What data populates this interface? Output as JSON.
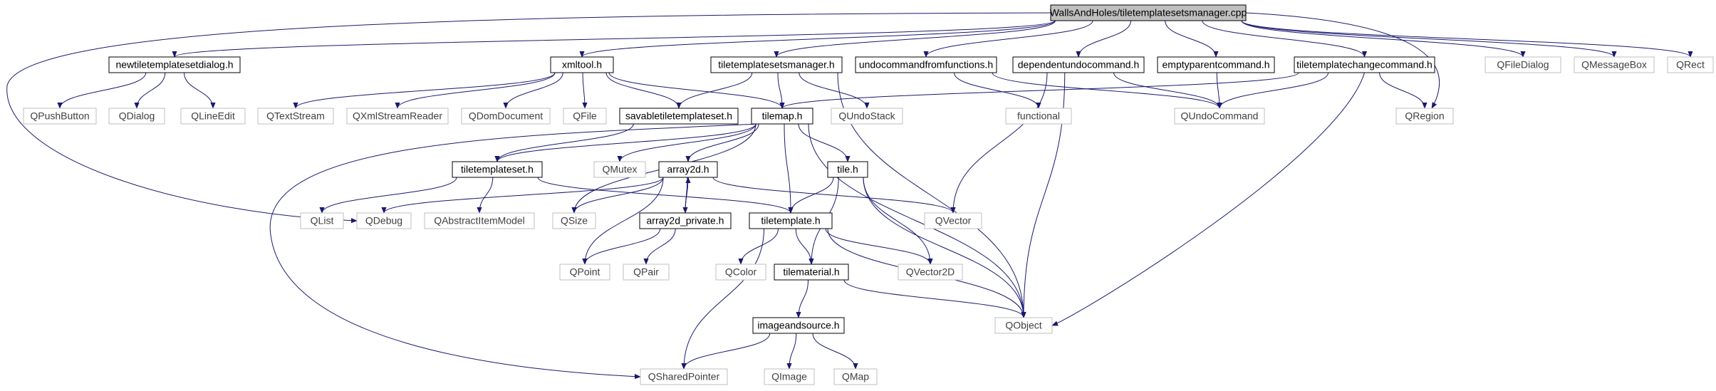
{
  "colors": {
    "edge": "#191970",
    "root_fill": "#bfbfbf",
    "header_stroke": "#000000",
    "system_stroke": "#bfbfbf",
    "system_text": "#404040",
    "header_text": "#000000"
  },
  "nodes": [
    {
      "id": "root",
      "label": "WallsAndHoles/tiletemplatesetsmanager.cpp",
      "kind": "root"
    },
    {
      "id": "newtiletemplatesetdialog",
      "label": "newtiletemplatesetdialog.h",
      "kind": "header"
    },
    {
      "id": "xmltool",
      "label": "xmltool.h",
      "kind": "header"
    },
    {
      "id": "tiletemplatesetsmanager_h",
      "label": "tiletemplatesetsmanager.h",
      "kind": "header"
    },
    {
      "id": "undocommandfromfunctions",
      "label": "undocommandfromfunctions.h",
      "kind": "header"
    },
    {
      "id": "dependentundocommand",
      "label": "dependentundocommand.h",
      "kind": "header"
    },
    {
      "id": "emptyparentcommand",
      "label": "emptyparentcommand.h",
      "kind": "header"
    },
    {
      "id": "tiletemplatechangecommand",
      "label": "tiletemplatechangecommand.h",
      "kind": "header"
    },
    {
      "id": "QFileDialog",
      "label": "QFileDialog",
      "kind": "system"
    },
    {
      "id": "QMessageBox",
      "label": "QMessageBox",
      "kind": "system"
    },
    {
      "id": "QRect",
      "label": "QRect",
      "kind": "system"
    },
    {
      "id": "QPushButton",
      "label": "QPushButton",
      "kind": "system"
    },
    {
      "id": "QDialog",
      "label": "QDialog",
      "kind": "system"
    },
    {
      "id": "QLineEdit",
      "label": "QLineEdit",
      "kind": "system"
    },
    {
      "id": "QTextStream",
      "label": "QTextStream",
      "kind": "system"
    },
    {
      "id": "QXmlStreamReader",
      "label": "QXmlStreamReader",
      "kind": "system"
    },
    {
      "id": "QDomDocument",
      "label": "QDomDocument",
      "kind": "system"
    },
    {
      "id": "QFile",
      "label": "QFile",
      "kind": "system"
    },
    {
      "id": "savabletiletemplateset",
      "label": "savabletiletemplateset.h",
      "kind": "header"
    },
    {
      "id": "tilemap",
      "label": "tilemap.h",
      "kind": "header"
    },
    {
      "id": "QUndoStack",
      "label": "QUndoStack",
      "kind": "system"
    },
    {
      "id": "functional",
      "label": "functional",
      "kind": "system"
    },
    {
      "id": "QUndoCommand",
      "label": "QUndoCommand",
      "kind": "system"
    },
    {
      "id": "QRegion",
      "label": "QRegion",
      "kind": "system"
    },
    {
      "id": "tiletemplateset",
      "label": "tiletemplateset.h",
      "kind": "header"
    },
    {
      "id": "QMutex",
      "label": "QMutex",
      "kind": "system"
    },
    {
      "id": "array2d",
      "label": "array2d.h",
      "kind": "header"
    },
    {
      "id": "tile",
      "label": "tile.h",
      "kind": "header"
    },
    {
      "id": "QList",
      "label": "QList",
      "kind": "system"
    },
    {
      "id": "QDebug",
      "label": "QDebug",
      "kind": "system"
    },
    {
      "id": "QAbstractItemModel",
      "label": "QAbstractItemModel",
      "kind": "system"
    },
    {
      "id": "QSize",
      "label": "QSize",
      "kind": "system"
    },
    {
      "id": "array2d_private",
      "label": "array2d_private.h",
      "kind": "header"
    },
    {
      "id": "tiletemplate",
      "label": "tiletemplate.h",
      "kind": "header"
    },
    {
      "id": "QVector",
      "label": "QVector",
      "kind": "system"
    },
    {
      "id": "QPoint",
      "label": "QPoint",
      "kind": "system"
    },
    {
      "id": "QPair",
      "label": "QPair",
      "kind": "system"
    },
    {
      "id": "QColor",
      "label": "QColor",
      "kind": "system"
    },
    {
      "id": "tilematerial",
      "label": "tilematerial.h",
      "kind": "header"
    },
    {
      "id": "QVector2D",
      "label": "QVector2D",
      "kind": "system"
    },
    {
      "id": "QObject",
      "label": "QObject",
      "kind": "system"
    },
    {
      "id": "imageandsource",
      "label": "imageandsource.h",
      "kind": "header"
    },
    {
      "id": "QSharedPointer",
      "label": "QSharedPointer",
      "kind": "system"
    },
    {
      "id": "QImage",
      "label": "QImage",
      "kind": "system"
    },
    {
      "id": "QMap",
      "label": "QMap",
      "kind": "system"
    }
  ],
  "edges": [
    [
      "root",
      "newtiletemplatesetdialog"
    ],
    [
      "root",
      "xmltool"
    ],
    [
      "root",
      "tiletemplatesetsmanager_h"
    ],
    [
      "root",
      "undocommandfromfunctions"
    ],
    [
      "root",
      "dependentundocommand"
    ],
    [
      "root",
      "emptyparentcommand"
    ],
    [
      "root",
      "tiletemplatechangecommand"
    ],
    [
      "root",
      "QFileDialog"
    ],
    [
      "root",
      "QMessageBox"
    ],
    [
      "root",
      "QRect"
    ],
    [
      "root",
      "QRegion"
    ],
    [
      "root",
      "QDebug"
    ],
    [
      "newtiletemplatesetdialog",
      "QPushButton"
    ],
    [
      "newtiletemplatesetdialog",
      "QDialog"
    ],
    [
      "newtiletemplatesetdialog",
      "QLineEdit"
    ],
    [
      "xmltool",
      "QTextStream"
    ],
    [
      "xmltool",
      "QXmlStreamReader"
    ],
    [
      "xmltool",
      "QDomDocument"
    ],
    [
      "xmltool",
      "QFile"
    ],
    [
      "xmltool",
      "savabletiletemplateset"
    ],
    [
      "xmltool",
      "tilemap"
    ],
    [
      "tiletemplatesetsmanager_h",
      "savabletiletemplateset"
    ],
    [
      "tiletemplatesetsmanager_h",
      "tilemap"
    ],
    [
      "tiletemplatesetsmanager_h",
      "QUndoStack"
    ],
    [
      "tiletemplatesetsmanager_h",
      "QObject"
    ],
    [
      "undocommandfromfunctions",
      "functional"
    ],
    [
      "undocommandfromfunctions",
      "QUndoCommand"
    ],
    [
      "dependentundocommand",
      "QUndoCommand"
    ],
    [
      "dependentundocommand",
      "QVector"
    ],
    [
      "dependentundocommand",
      "QObject"
    ],
    [
      "emptyparentcommand",
      "QUndoCommand"
    ],
    [
      "tiletemplatechangecommand",
      "tilemap"
    ],
    [
      "tiletemplatechangecommand",
      "QUndoCommand"
    ],
    [
      "tiletemplatechangecommand",
      "QRegion"
    ],
    [
      "tiletemplatechangecommand",
      "QObject"
    ],
    [
      "savabletiletemplateset",
      "tiletemplateset"
    ],
    [
      "tilemap",
      "tiletemplateset"
    ],
    [
      "tilemap",
      "QMutex"
    ],
    [
      "tilemap",
      "array2d"
    ],
    [
      "tilemap",
      "tile"
    ],
    [
      "tilemap",
      "tiletemplate"
    ],
    [
      "tilemap",
      "QSize"
    ],
    [
      "tilemap",
      "QSharedPointer"
    ],
    [
      "tilemap",
      "QObject"
    ],
    [
      "tiletemplateset",
      "QList"
    ],
    [
      "tiletemplateset",
      "QAbstractItemModel"
    ],
    [
      "tiletemplateset",
      "tiletemplate"
    ],
    [
      "array2d",
      "QDebug"
    ],
    [
      "array2d",
      "QSize"
    ],
    [
      "array2d",
      "array2d_private"
    ],
    [
      "array2d",
      "QVector"
    ],
    [
      "array2d",
      "QPoint"
    ],
    [
      "array2d_private",
      "array2d"
    ],
    [
      "array2d_private",
      "QPoint"
    ],
    [
      "array2d_private",
      "QPair"
    ],
    [
      "tile",
      "tiletemplate"
    ],
    [
      "tile",
      "tilematerial"
    ],
    [
      "tile",
      "QVector2D"
    ],
    [
      "tile",
      "QObject"
    ],
    [
      "tiletemplate",
      "QColor"
    ],
    [
      "tiletemplate",
      "tilematerial"
    ],
    [
      "tiletemplate",
      "QVector2D"
    ],
    [
      "tiletemplate",
      "QObject"
    ],
    [
      "tiletemplate",
      "QSharedPointer"
    ],
    [
      "tilematerial",
      "imageandsource"
    ],
    [
      "tilematerial",
      "QObject"
    ],
    [
      "imageandsource",
      "QSharedPointer"
    ],
    [
      "imageandsource",
      "QImage"
    ],
    [
      "imageandsource",
      "QMap"
    ]
  ]
}
